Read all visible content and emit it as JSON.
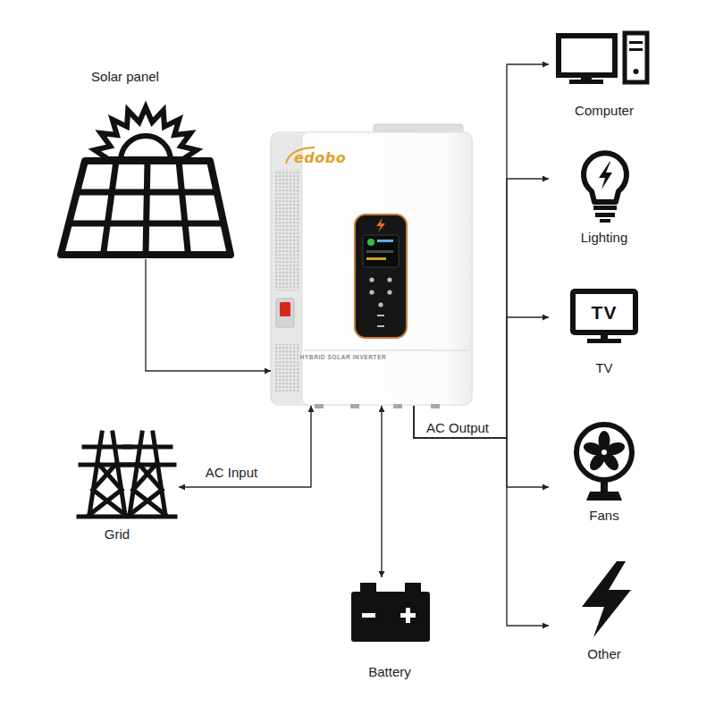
{
  "diagram": {
    "nodes": [
      {
        "text": [
          "Solar panel"
        ]
      },
      {
        "text": [
          "edobo",
          "HYBRID SOLAR INVERTER"
        ]
      },
      {
        "text": [
          "Grid"
        ]
      },
      {
        "text": [
          "Battery"
        ]
      },
      {
        "text": [
          "Computer"
        ]
      },
      {
        "text": [
          "Lighting"
        ]
      },
      {
        "text": [
          "TV",
          "TV"
        ]
      },
      {
        "text": [
          "Fans"
        ]
      },
      {
        "text": [
          "Other"
        ]
      }
    ],
    "edges": [
      {
        "from": 0,
        "to": 1,
        "arrow": "to"
      },
      {
        "from": 2,
        "to": 1,
        "label": "AC Input",
        "arrow": "both"
      },
      {
        "from": 1,
        "to": 3,
        "arrow": "both"
      },
      {
        "from": 1,
        "to": 4,
        "label": "AC Output",
        "arrow": "to"
      },
      {
        "from": 1,
        "to": 5,
        "arrow": "to"
      },
      {
        "from": 1,
        "to": 6,
        "arrow": "to"
      },
      {
        "from": 1,
        "to": 7,
        "arrow": "to"
      },
      {
        "from": 1,
        "to": 8,
        "arrow": "to"
      }
    ]
  }
}
